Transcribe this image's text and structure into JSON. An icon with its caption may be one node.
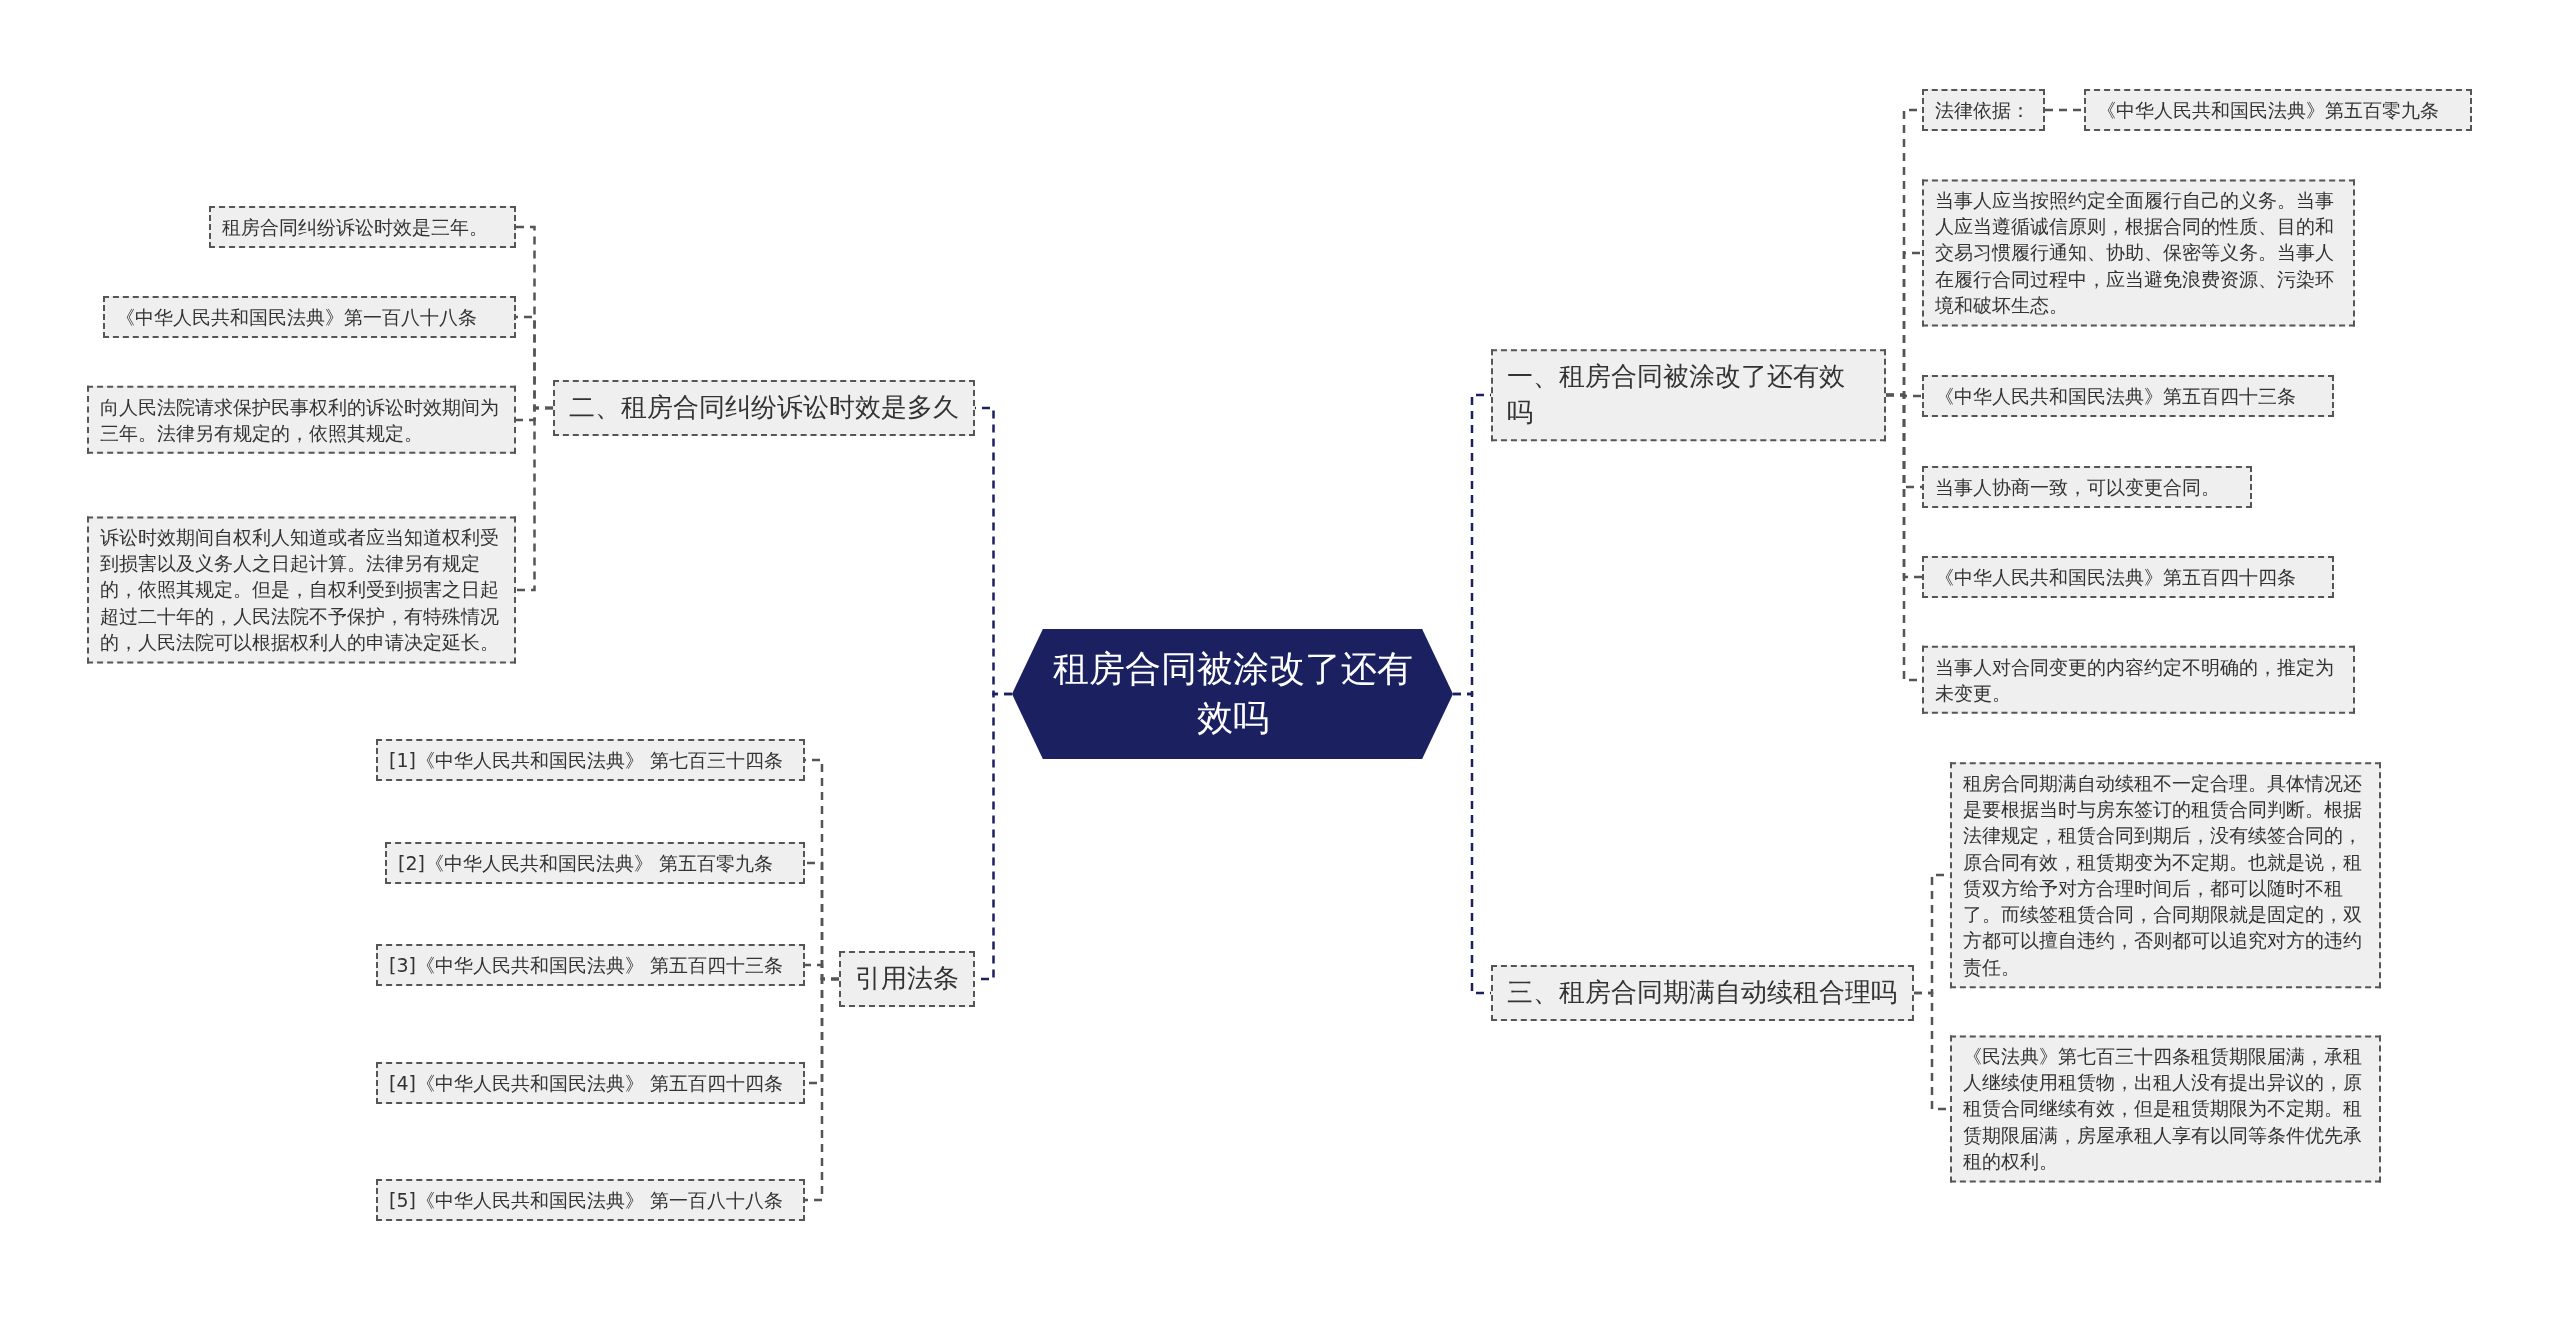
{
  "diagram": {
    "nodes": [
      {
        "text": [
          "租房合同被涂改了还有效吗"
        ]
      },
      {
        "text": [
          "二、租房合同纠纷诉讼时效是多久"
        ]
      },
      {
        "text": [
          "租房合同纠纷诉讼时效是三年。"
        ]
      },
      {
        "text": [
          "《中华人民共和国民法典》第一百八十八条"
        ]
      },
      {
        "text": [
          "向人民法院请求保护民事权利的诉讼时效期间为三年。法律另有规定的，依照其规定。"
        ]
      },
      {
        "text": [
          "诉讼时效期间自权利人知道或者应当知道权利受到损害以及义务人之日起计算。法律另有规定的，依照其规定。但是，自权利受到损害之日起超过二十年的，人民法院不予保护，有特殊情况的，人民法院可以根据权利人的申请决定延长。"
        ]
      },
      {
        "text": [
          "引用法条"
        ]
      },
      {
        "text": [
          "[1]《中华人民共和国民法典》 第七百三十四条"
        ]
      },
      {
        "text": [
          "[2]《中华人民共和国民法典》 第五百零九条"
        ]
      },
      {
        "text": [
          "[3]《中华人民共和国民法典》 第五百四十三条"
        ]
      },
      {
        "text": [
          "[4]《中华人民共和国民法典》 第五百四十四条"
        ]
      },
      {
        "text": [
          "[5]《中华人民共和国民法典》 第一百八十八条"
        ]
      },
      {
        "text": [
          "一、租房合同被涂改了还有效吗"
        ]
      },
      {
        "text": [
          "法律依据："
        ]
      },
      {
        "text": [
          "《中华人民共和国民法典》第五百零九条"
        ]
      },
      {
        "text": [
          "当事人应当按照约定全面履行自己的义务。当事人应当遵循诚信原则，根据合同的性质、目的和交易习惯履行通知、协助、保密等义务。当事人在履行合同过程中，应当避免浪费资源、污染环境和破坏生态。"
        ]
      },
      {
        "text": [
          "《中华人民共和国民法典》第五百四十三条"
        ]
      },
      {
        "text": [
          "当事人协商一致，可以变更合同。"
        ]
      },
      {
        "text": [
          "《中华人民共和国民法典》第五百四十四条"
        ]
      },
      {
        "text": [
          "当事人对合同变更的内容约定不明确的，推定为未变更。"
        ]
      },
      {
        "text": [
          "三、租房合同期满自动续租合理吗"
        ]
      },
      {
        "text": [
          "租房合同期满自动续租不一定合理。具体情况还是要根据当时与房东签订的租赁合同判断。根据法律规定，租赁合同到期后，没有续签合同的，原合同有效，租赁期变为不定期。也就是说，租赁双方给予对方合理时间后，都可以随时不租了。而续签租赁合同，合同期限就是固定的，双方都可以擅自违约，否则都可以追究对方的违约责任。"
        ]
      },
      {
        "text": [
          "《民法典》第七百三十四条租赁期限届满，承租人继续使用租赁物，出租人没有提出异议的，原租赁合同继续有效，但是租赁期限为不定期。租赁期限届满，房屋承租人享有以同等条件优先承租的权利。"
        ]
      }
    ],
    "edges": [
      {
        "from": 0,
        "to": 1,
        "arrow": "none",
        "style": "dashed",
        "color": "#1b2060"
      },
      {
        "from": 0,
        "to": 6,
        "arrow": "none",
        "style": "dashed",
        "color": "#1b2060"
      },
      {
        "from": 0,
        "to": 12,
        "arrow": "none",
        "style": "dashed",
        "color": "#1b2060"
      },
      {
        "from": 0,
        "to": 20,
        "arrow": "none",
        "style": "dashed",
        "color": "#1b2060"
      },
      {
        "from": 1,
        "to": 2,
        "arrow": "none",
        "style": "dashed"
      },
      {
        "from": 1,
        "to": 3,
        "arrow": "none",
        "style": "dashed"
      },
      {
        "from": 1,
        "to": 4,
        "arrow": "none",
        "style": "dashed"
      },
      {
        "from": 1,
        "to": 5,
        "arrow": "none",
        "style": "dashed"
      },
      {
        "from": 6,
        "to": 7,
        "arrow": "none",
        "style": "dashed"
      },
      {
        "from": 6,
        "to": 8,
        "arrow": "none",
        "style": "dashed"
      },
      {
        "from": 6,
        "to": 9,
        "arrow": "none",
        "style": "dashed"
      },
      {
        "from": 6,
        "to": 10,
        "arrow": "none",
        "style": "dashed"
      },
      {
        "from": 6,
        "to": 11,
        "arrow": "none",
        "style": "dashed"
      },
      {
        "from": 12,
        "to": 13,
        "arrow": "none",
        "style": "dashed"
      },
      {
        "from": 12,
        "to": 15,
        "arrow": "none",
        "style": "dashed"
      },
      {
        "from": 12,
        "to": 16,
        "arrow": "none",
        "style": "dashed"
      },
      {
        "from": 12,
        "to": 17,
        "arrow": "none",
        "style": "dashed"
      },
      {
        "from": 12,
        "to": 18,
        "arrow": "none",
        "style": "dashed"
      },
      {
        "from": 12,
        "to": 19,
        "arrow": "none",
        "style": "dashed"
      },
      {
        "from": 13,
        "to": 14,
        "arrow": "none",
        "style": "dashed"
      },
      {
        "from": 20,
        "to": 21,
        "arrow": "none",
        "style": "dashed"
      },
      {
        "from": 20,
        "to": 22,
        "arrow": "none",
        "style": "dashed"
      }
    ]
  }
}
